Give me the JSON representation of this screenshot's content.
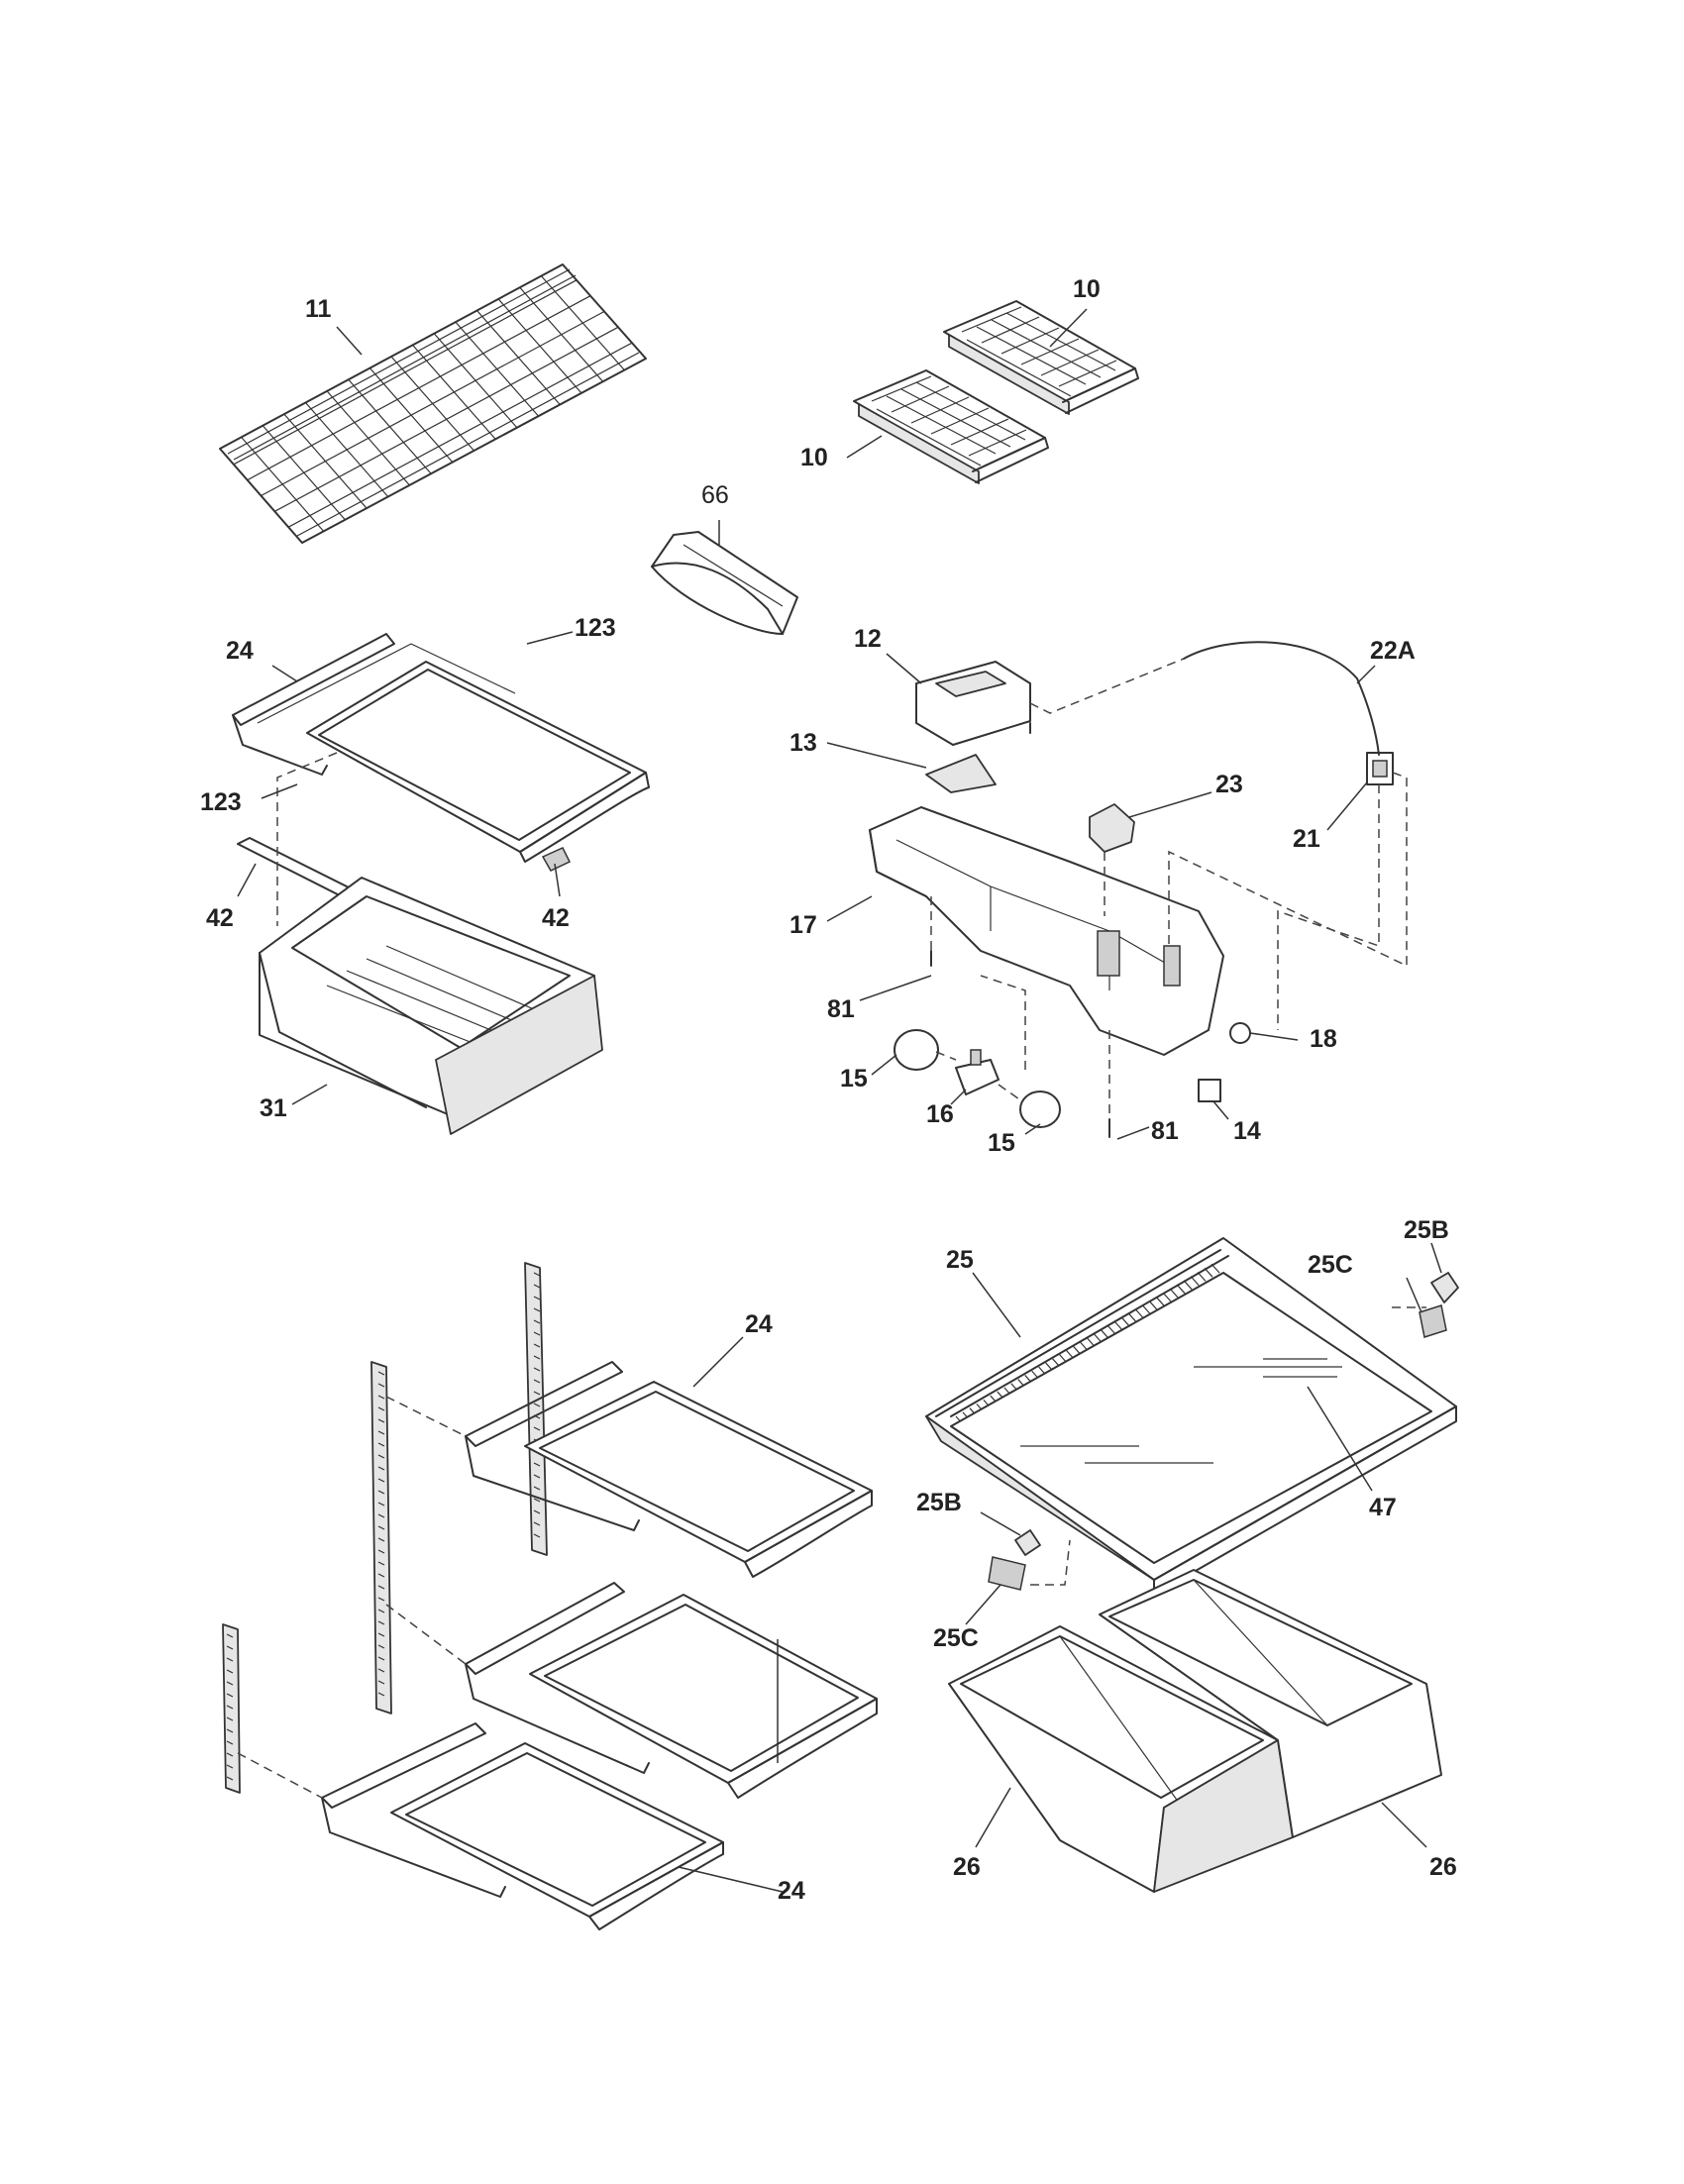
{
  "callouts": [
    {
      "id": "c-11",
      "label": "11"
    },
    {
      "id": "c-10a",
      "label": "10"
    },
    {
      "id": "c-10b",
      "label": "10"
    },
    {
      "id": "c-66",
      "label": "66"
    },
    {
      "id": "c-24a",
      "label": "24"
    },
    {
      "id": "c-123a",
      "label": "123"
    },
    {
      "id": "c-123b",
      "label": "123"
    },
    {
      "id": "c-42a",
      "label": "42"
    },
    {
      "id": "c-42b",
      "label": "42"
    },
    {
      "id": "c-31",
      "label": "31"
    },
    {
      "id": "c-12",
      "label": "12"
    },
    {
      "id": "c-13",
      "label": "13"
    },
    {
      "id": "c-22a",
      "label": "22A"
    },
    {
      "id": "c-23",
      "label": "23"
    },
    {
      "id": "c-21",
      "label": "21"
    },
    {
      "id": "c-17",
      "label": "17"
    },
    {
      "id": "c-81a",
      "label": "81"
    },
    {
      "id": "c-81b",
      "label": "81"
    },
    {
      "id": "c-15a",
      "label": "15"
    },
    {
      "id": "c-15b",
      "label": "15"
    },
    {
      "id": "c-16",
      "label": "16"
    },
    {
      "id": "c-18",
      "label": "18"
    },
    {
      "id": "c-14",
      "label": "14"
    },
    {
      "id": "c-24b",
      "label": "24"
    },
    {
      "id": "c-24c",
      "label": "24"
    },
    {
      "id": "c-25",
      "label": "25"
    },
    {
      "id": "c-25b1",
      "label": "25B"
    },
    {
      "id": "c-25c1",
      "label": "25C"
    },
    {
      "id": "c-25b2",
      "label": "25B"
    },
    {
      "id": "c-25c2",
      "label": "25C"
    },
    {
      "id": "c-47",
      "label": "47"
    },
    {
      "id": "c-26a",
      "label": "26"
    },
    {
      "id": "c-26b",
      "label": "26"
    }
  ]
}
